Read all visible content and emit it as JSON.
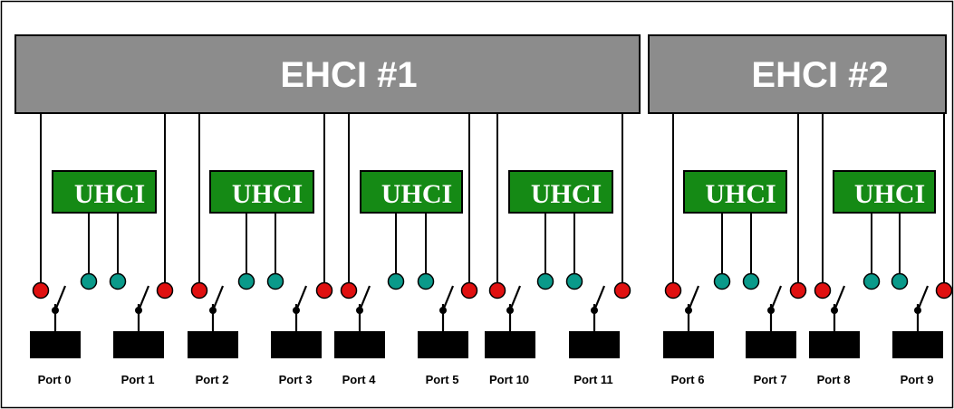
{
  "colors": {
    "ehci_fill": "#8c8c8c",
    "uhci_fill": "#158a15",
    "ehci_port_dot": "#e01010",
    "uhci_port_dot": "#0a9a8a",
    "connector": "#000000"
  },
  "controllers": {
    "ehci": [
      {
        "label": "EHCI #1"
      },
      {
        "label": "EHCI #2"
      }
    ],
    "uhci": [
      {
        "label": "UHCI"
      },
      {
        "label": "UHCI"
      },
      {
        "label": "UHCI"
      },
      {
        "label": "UHCI"
      },
      {
        "label": "UHCI"
      },
      {
        "label": "UHCI"
      }
    ]
  },
  "ports": [
    {
      "label": "Port 0",
      "ehci": "EHCI #1"
    },
    {
      "label": "Port 1",
      "ehci": "EHCI #1"
    },
    {
      "label": "Port 2",
      "ehci": "EHCI #1"
    },
    {
      "label": "Port 3",
      "ehci": "EHCI #1"
    },
    {
      "label": "Port 4",
      "ehci": "EHCI #1"
    },
    {
      "label": "Port 5",
      "ehci": "EHCI #1"
    },
    {
      "label": "Port 10",
      "ehci": "EHCI #1"
    },
    {
      "label": "Port 11",
      "ehci": "EHCI #1"
    },
    {
      "label": "Port 6",
      "ehci": "EHCI #2"
    },
    {
      "label": "Port 7",
      "ehci": "EHCI #2"
    },
    {
      "label": "Port 8",
      "ehci": "EHCI #2"
    },
    {
      "label": "Port 9",
      "ehci": "EHCI #2"
    }
  ]
}
